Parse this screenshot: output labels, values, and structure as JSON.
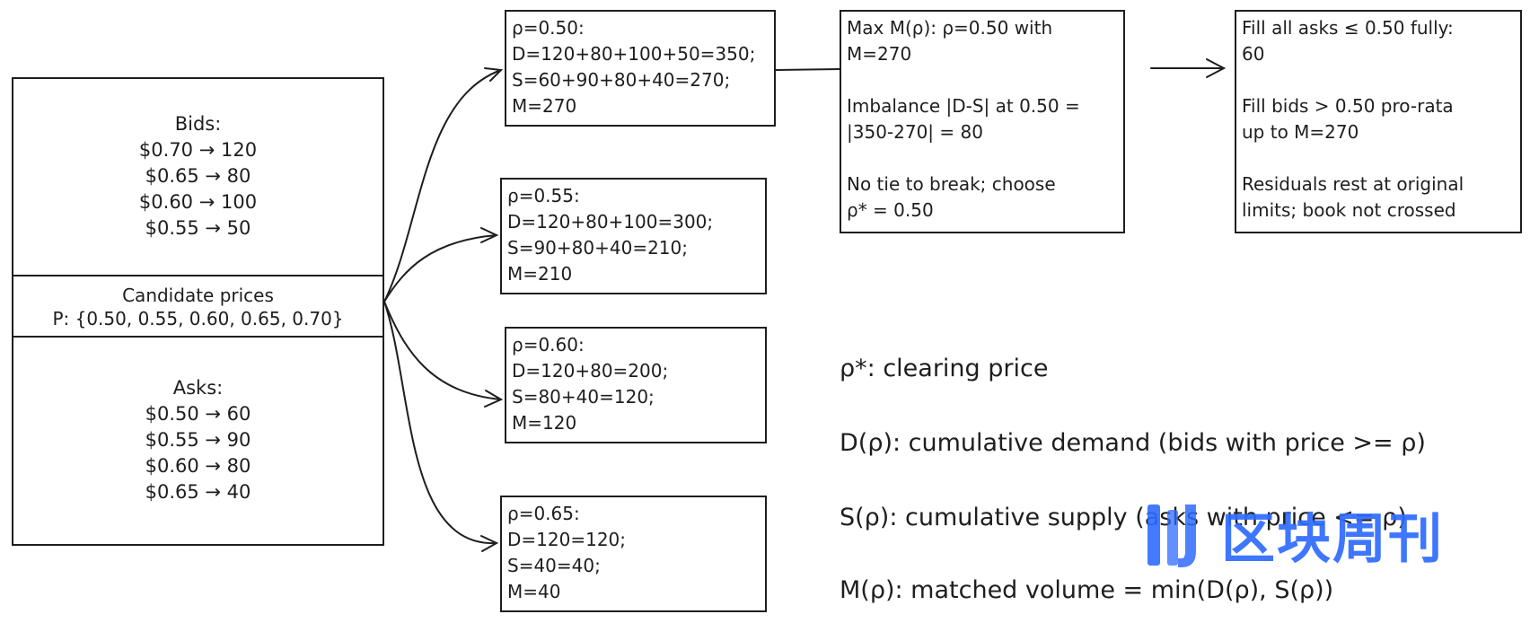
{
  "bids": {
    "title": "Bids:",
    "lines": [
      "$0.70 → 120",
      "$0.65 → 80",
      "$0.60 → 100",
      "$0.55 → 50"
    ]
  },
  "candidates": {
    "title": "Candidate prices",
    "set": "P: {0.50, 0.55, 0.60, 0.65, 0.70}"
  },
  "asks": {
    "title": "Asks:",
    "lines": [
      "$0.50 → 60",
      "$0.55 → 90",
      "$0.60 → 80",
      "$0.65 → 40"
    ]
  },
  "candidate_boxes": [
    {
      "p": "ρ=0.50:",
      "d": "D=120+80+100+50=350;",
      "s": "S=60+90+80+40=270;",
      "m": "M=270"
    },
    {
      "p": "ρ=0.55:",
      "d": "D=120+80+100=300;",
      "s": "S=90+80+40=210;",
      "m": "M=210"
    },
    {
      "p": "ρ=0.60:",
      "d": "D=120+80=200;",
      "s": "S=80+40=120;",
      "m": "M=120"
    },
    {
      "p": "ρ=0.65:",
      "d": "D=120=120;",
      "s": "S=40=40;",
      "m": "M=40"
    }
  ],
  "max_box": {
    "l1": "Max M(ρ): ρ=0.50 with",
    "l2": "M=270",
    "l3": "Imbalance |D-S| at 0.50 =",
    "l4": "|350-270| = 80",
    "l5": "No tie to break; choose",
    "l6": "ρ* = 0.50"
  },
  "fill_box": {
    "l1": "Fill all asks ≤ 0.50 fully:",
    "l2": "60",
    "l3": "Fill bids > 0.50 pro-rata",
    "l4": "up to M=270",
    "l5": "Residuals rest at original",
    "l6": "limits; book not crossed"
  },
  "legend": [
    "ρ*: clearing price",
    "D(ρ): cumulative demand (bids with price >= ρ)",
    "S(ρ): cumulative supply (asks with price <= ρ)",
    "M(ρ): matched volume = min(D(ρ), S(ρ))"
  ],
  "watermark": {
    "text": "区块周刊",
    "color": "#2f6bff"
  }
}
